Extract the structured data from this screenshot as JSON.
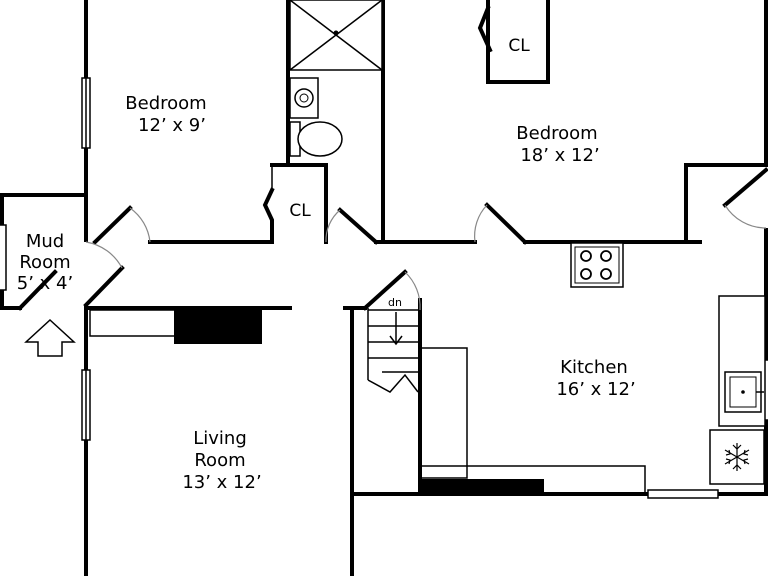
{
  "rooms": {
    "bedroom_left": {
      "name": "Bedroom",
      "size": "12’ x 9’"
    },
    "bedroom_right": {
      "name": "Bedroom",
      "size": "18’ x 12’"
    },
    "mud_room": {
      "name_line1": "Mud",
      "name_line2": "Room",
      "size": "5’ x 4’"
    },
    "living_room": {
      "name_line1": "Living",
      "name_line2": "Room",
      "size": "13’ x 12’"
    },
    "kitchen": {
      "name": "Kitchen",
      "size": "16’ x 12’"
    }
  },
  "closets": {
    "closet_top": "CL",
    "closet_hall": "CL"
  },
  "stairs": {
    "label": "dn"
  },
  "icons": {
    "entry": "entry-arrow-icon",
    "stove": "stove-icon",
    "sink": "sink-icon",
    "toilet": "toilet-icon",
    "fridge": "snowflake-icon"
  }
}
